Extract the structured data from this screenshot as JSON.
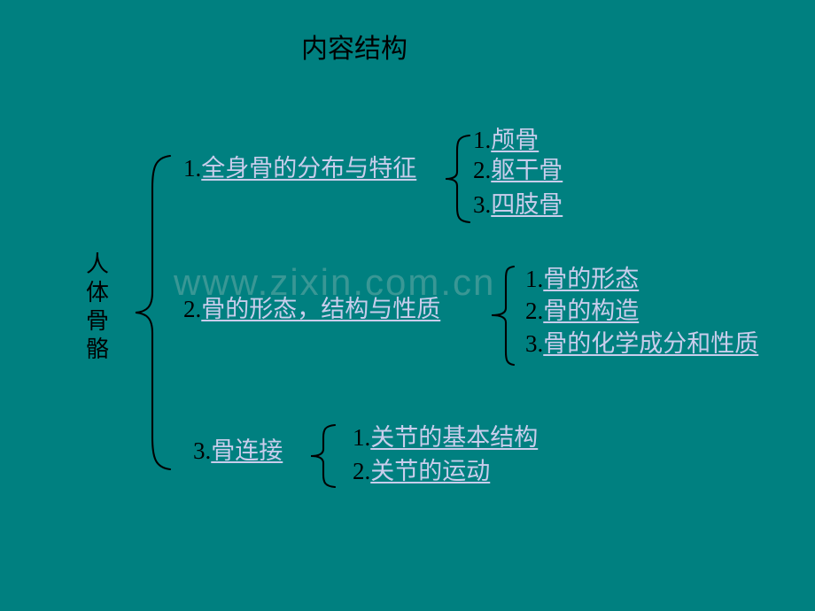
{
  "slide": {
    "title": "内容结构",
    "background_color": "#008080",
    "title_color": "#000000",
    "label_color": "#C9CDEC",
    "number_color": "#000000",
    "brace_color": "#000000",
    "watermark": "www.zixin.com.cn"
  },
  "root": {
    "chars": [
      "人",
      "体",
      "骨",
      "骼"
    ]
  },
  "branches": [
    {
      "number": "1.",
      "label": "全身骨的分布与特征",
      "children": [
        {
          "number": "1.",
          "label": "颅骨"
        },
        {
          "number": "2.",
          "label": "躯干骨"
        },
        {
          "number": "3.",
          "label": "四肢骨"
        }
      ]
    },
    {
      "number": "2.",
      "label": "骨的形态，结构与性质",
      "children": [
        {
          "number": "1.",
          "label": "骨的形态"
        },
        {
          "number": "2.",
          "label": "骨的构造"
        },
        {
          "number": "3.",
          "label": "骨的化学成分和性质"
        }
      ]
    },
    {
      "number": "3.",
      "label": "骨连接",
      "children": [
        {
          "number": "1.",
          "label": "关节的基本结构"
        },
        {
          "number": "2.",
          "label": "关节的运动"
        }
      ]
    }
  ]
}
